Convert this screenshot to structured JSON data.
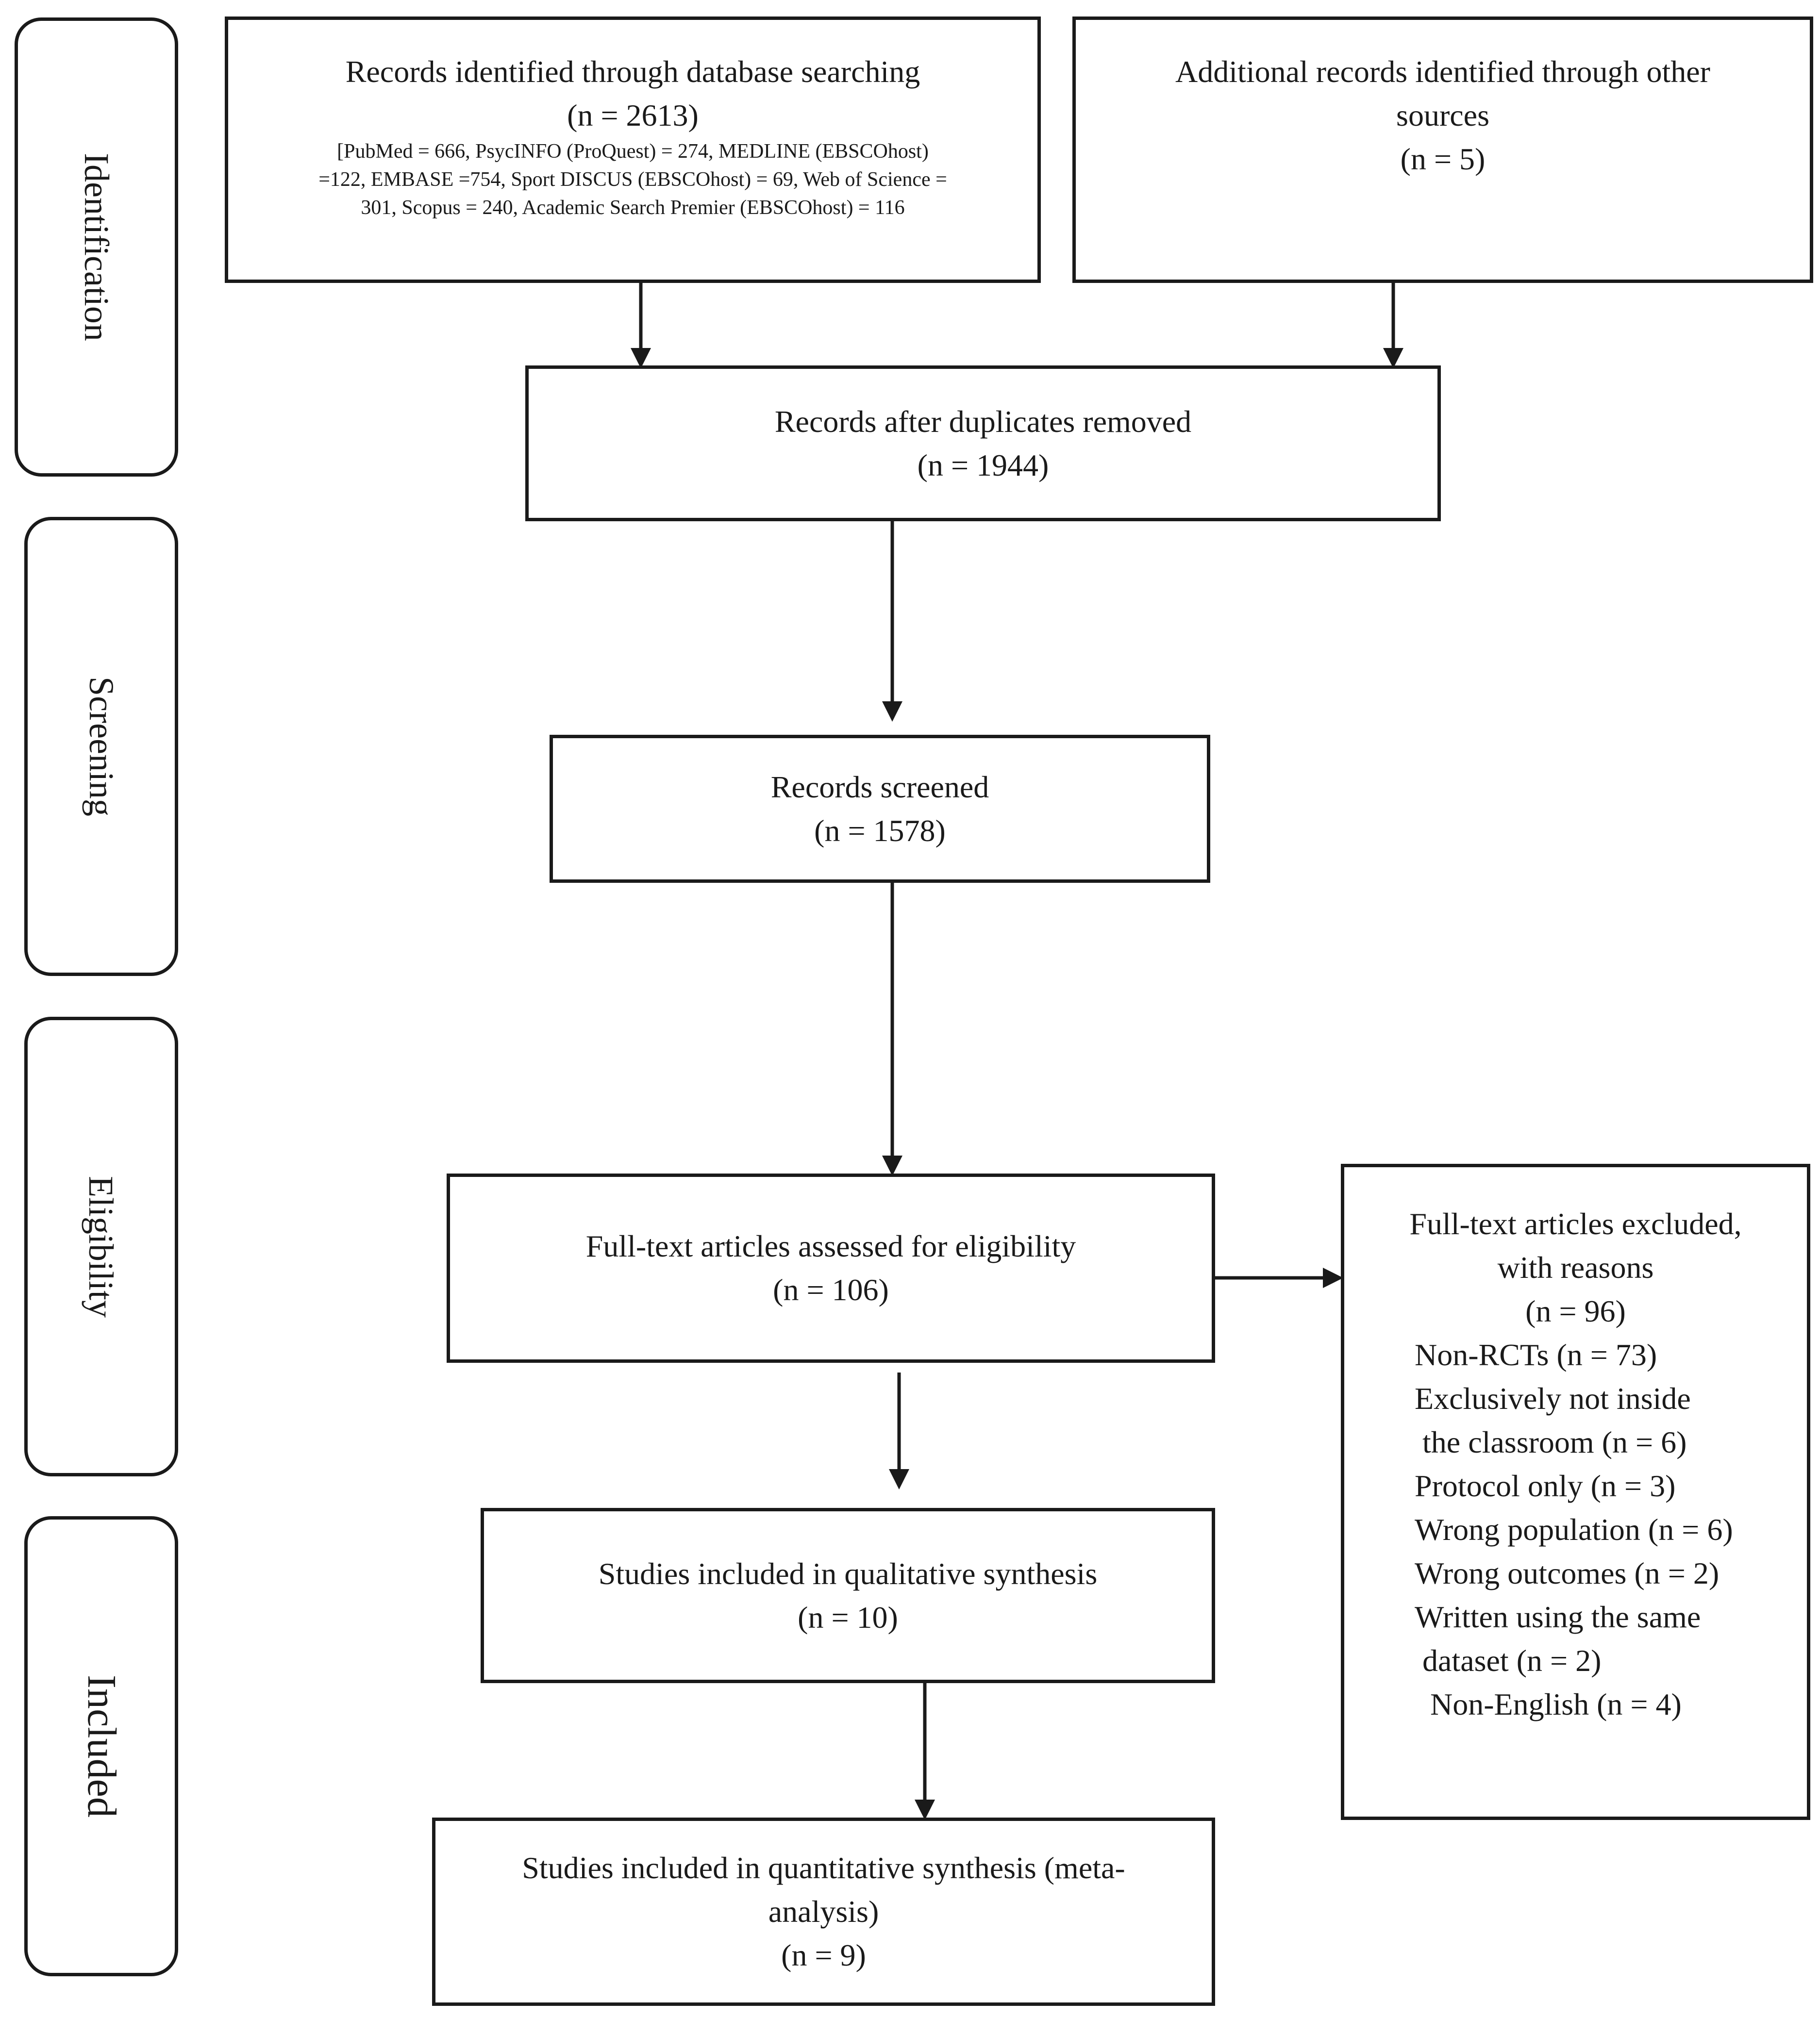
{
  "phases": {
    "identification": "Identification",
    "screening": "Screening",
    "eligibility": "Eligibility",
    "included": "Included"
  },
  "boxes": {
    "database": {
      "title": "Records identified through database searching",
      "count": "(n = 2613)",
      "detail_line1": "[PubMed = 666, PsycINFO (ProQuest) = 274, MEDLINE (EBSCOhost)",
      "detail_line2": "=122, EMBASE =754, Sport DISCUS (EBSCOhost) = 69, Web of Science =",
      "detail_line3": "301, Scopus = 240, Academic Search Premier (EBSCOhost) = 116"
    },
    "other_sources": {
      "title_line1": "Additional records identified through other",
      "title_line2": "sources",
      "count": "(n = 5)"
    },
    "duplicates": {
      "title": "Records after duplicates removed",
      "count": "(n = 1944)"
    },
    "screened": {
      "title": "Records screened",
      "count": "(n = 1578)"
    },
    "fulltext": {
      "title": "Full-text articles assessed for eligibility",
      "count": "(n = 106)"
    },
    "excluded": {
      "title_line1": "Full-text articles excluded,",
      "title_line2": "with reasons",
      "count": "(n = 96)",
      "reasons": [
        "Non-RCTs (n = 73)",
        "Exclusively not inside",
        " the classroom (n = 6)",
        "Protocol only (n = 3)",
        "Wrong population (n = 6)",
        "Wrong outcomes (n = 2)",
        "Written using the same",
        " dataset (n = 2)",
        "  Non-English (n = 4)"
      ]
    },
    "qualitative": {
      "title": "Studies included in qualitative synthesis",
      "count": "(n = 10)"
    },
    "quantitative": {
      "title_line1": "Studies included in quantitative synthesis (meta-",
      "title_line2": "analysis)",
      "count": "(n = 9)"
    }
  }
}
